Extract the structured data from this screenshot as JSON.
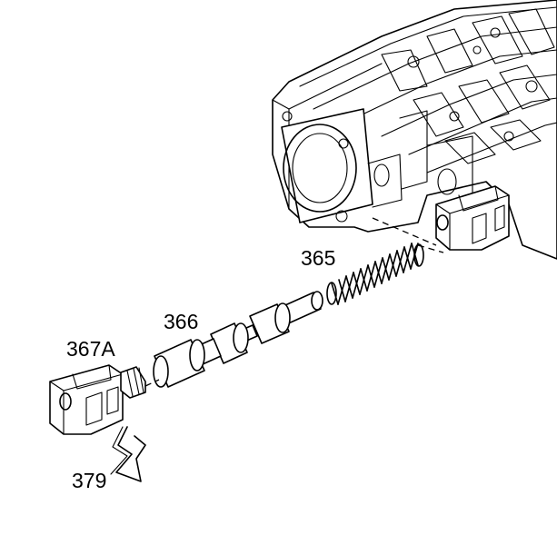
{
  "callouts": {
    "spring": "365",
    "valve": "366",
    "solenoid": "367A",
    "retainer_clip": "379"
  },
  "colors": {
    "ink": "#000000",
    "paper": "#ffffff"
  }
}
